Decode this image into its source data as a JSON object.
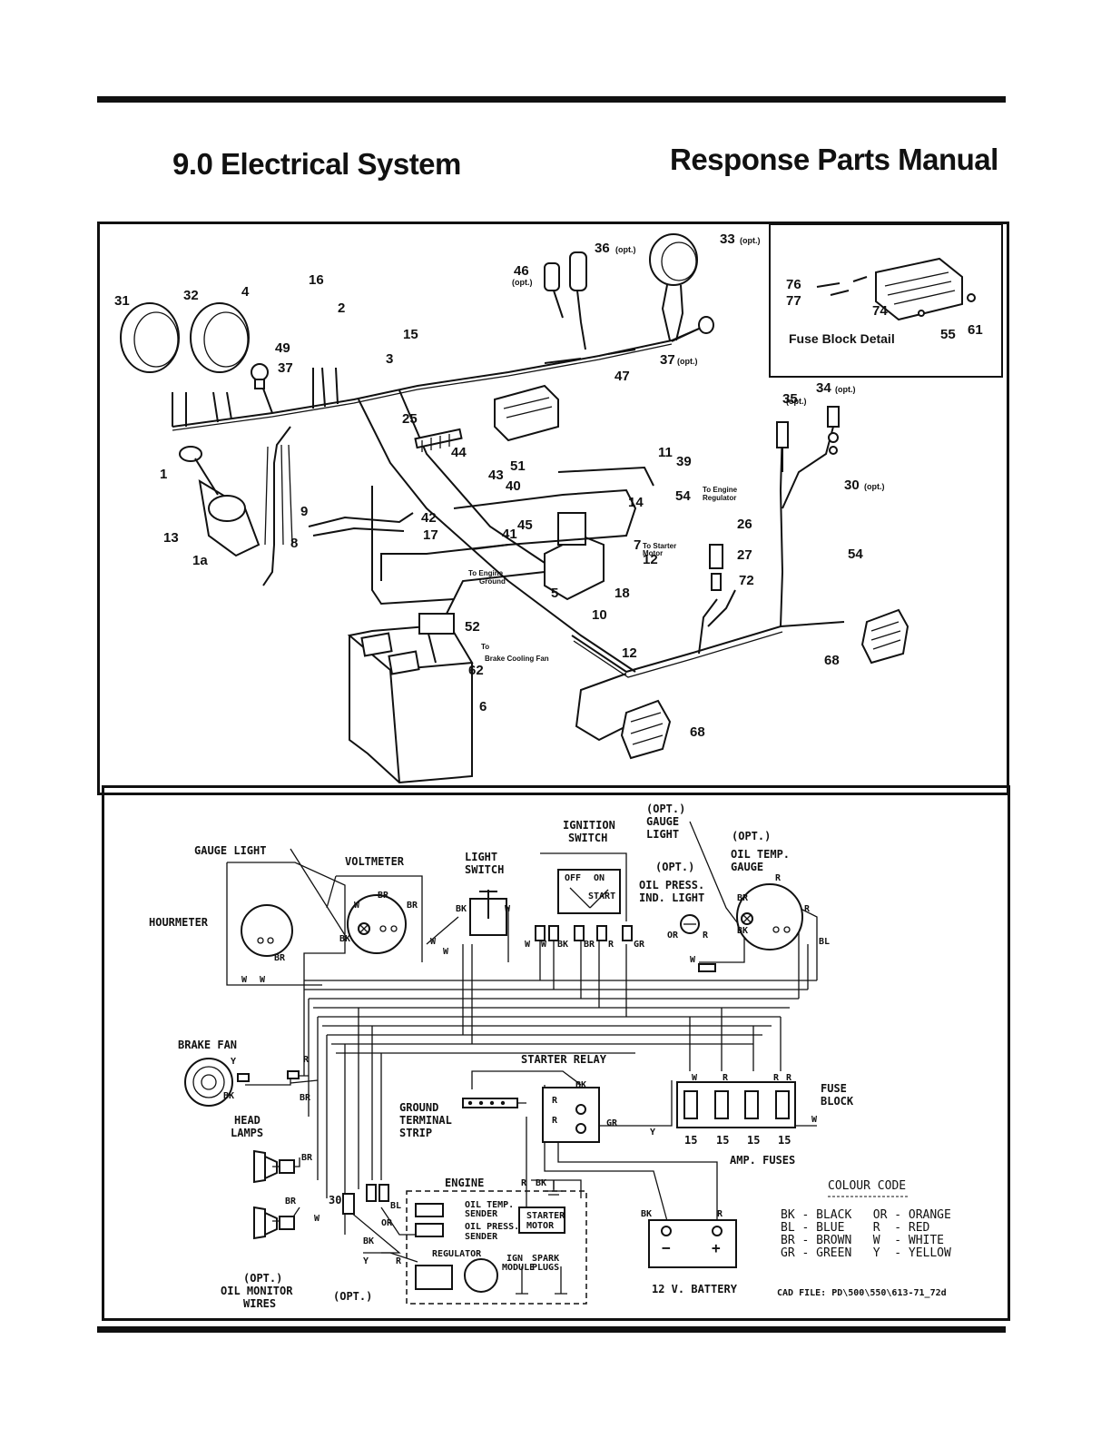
{
  "header": {
    "section_title": "9.0 Electrical System",
    "manual_title": "Response Parts Manual"
  },
  "exploded_view": {
    "callouts": {
      "c31": "31",
      "c32": "32",
      "c4": "4",
      "c16": "16",
      "c2": "2",
      "c49": "49",
      "c37a": "37",
      "c15": "15",
      "c3": "3",
      "c46": "46",
      "c36": "36",
      "c33": "33",
      "c37b": "37",
      "c47": "47",
      "c25": "25",
      "c44": "44",
      "c1": "1",
      "c13": "13",
      "c1a": "1a",
      "c9": "9",
      "c8": "8",
      "c42": "42",
      "c17": "17",
      "c51": "51",
      "c43": "43",
      "c40": "40",
      "c45": "45",
      "c41": "41",
      "c11": "11",
      "c39": "39",
      "c14": "14",
      "c54a": "54",
      "c7": "7",
      "c12a": "12",
      "c5": "5",
      "c18": "18",
      "c10": "10",
      "c52": "52",
      "c62": "62",
      "c6": "6",
      "c12b": "12",
      "c68a": "68",
      "c68b": "68",
      "c26": "26",
      "c27": "27",
      "c72": "72",
      "c35": "35",
      "c34": "34",
      "c30": "30",
      "c54b": "54"
    },
    "opt_marks": {
      "o46": "(opt.)",
      "o36": "(opt.)",
      "o33": "(opt.)",
      "o37": "(opt.)",
      "o35": "(opt.)",
      "o34": "(opt.)",
      "o30": "(opt.)"
    },
    "notes": {
      "to_engine_regulator_1": "To Engine",
      "to_engine_regulator_2": "Regulator",
      "to_starter_motor_1": "To Starter",
      "to_starter_motor_2": "Motor",
      "to_engine_ground_1": "To Engine",
      "to_engine_ground_2": "Ground",
      "to_brake_fan_1": "To",
      "to_brake_fan_2": "Brake Cooling Fan"
    },
    "fuse_block_detail": {
      "caption": "Fuse Block Detail",
      "c76": "76",
      "c77": "77",
      "c74": "74",
      "c55": "55",
      "c61": "61"
    }
  },
  "schematic": {
    "labels": {
      "gauge_light": "GAUGE LIGHT",
      "voltmeter": "VOLTMETER",
      "light_switch_1": "LIGHT",
      "light_switch_2": "SWITCH",
      "ignition_switch_1": "IGNITION",
      "ignition_switch_2": "SWITCH",
      "opt_gauge_light_1": "(OPT.)",
      "opt_gauge_light_2": "GAUGE",
      "opt_gauge_light_3": "LIGHT",
      "opt_oil_temp_1": "(OPT.)",
      "opt_oil_temp_2": "OIL TEMP.",
      "opt_oil_temp_3": "GAUGE",
      "opt_oil_press_1": "(OPT.)",
      "opt_oil_press_2": "OIL PRESS.",
      "opt_oil_press_3": "IND. LIGHT",
      "hourmeter": "HOURMETER",
      "brake_fan": "BRAKE FAN",
      "head_lamps_1": "HEAD",
      "head_lamps_2": "LAMPS",
      "starter_relay": "STARTER RELAY",
      "ground_strip_1": "GROUND",
      "ground_strip_2": "TERMINAL",
      "ground_strip_3": "STRIP",
      "fuse_block_1": "FUSE",
      "fuse_block_2": "BLOCK",
      "amp_fuses": "AMP. FUSES",
      "engine": "ENGINE",
      "oil_temp_sender_1": "OIL TEMP.",
      "oil_temp_sender_2": "SENDER",
      "oil_press_sender_1": "OIL PRESS.",
      "oil_press_sender_2": "SENDER",
      "starter_motor_1": "STARTER",
      "starter_motor_2": "MOTOR",
      "regulator": "REGULATOR",
      "ign_module_1": "IGN",
      "ign_module_2": "MODULE",
      "spark_plugs_1": "SPARK",
      "spark_plugs_2": "PLUGS",
      "opt_oil_monitor_1": "(OPT.)",
      "opt_oil_monitor_2": "OIL MONITOR",
      "opt_oil_monitor_3": "WIRES",
      "opt_single": "(OPT.)",
      "battery": "12 V. BATTERY",
      "cad_file": "CAD FILE: PD\\500\\550\\613-71_72d",
      "off": "OFF",
      "on": "ON",
      "start": "START",
      "num30": "30",
      "minus": "−",
      "plus": "+"
    },
    "fuse_ratings": [
      "15",
      "15",
      "15",
      "15"
    ],
    "wire_codes": {
      "br1": "BR",
      "br2": "BR",
      "bk1": "BK",
      "w1": "W",
      "w2": "W",
      "w3": "W",
      "br3": "BR",
      "bk2": "BK",
      "w4": "W",
      "w5": "W",
      "w6": "W",
      "w7": "W",
      "w8": "W",
      "bk3": "BK",
      "br4": "BR",
      "r1": "R",
      "gr1": "GR",
      "or1": "OR",
      "r2": "R",
      "w9": "W",
      "r3": "R",
      "br5": "BR",
      "bk4": "BK",
      "r4": "R",
      "bl1": "BL",
      "y1": "Y",
      "bk5": "BK",
      "r5": "R",
      "br6": "BR",
      "bk6": "BK",
      "r6": "R",
      "r7": "R",
      "gr2": "GR",
      "y2": "Y",
      "w10": "W",
      "r8": "R",
      "r9": "R",
      "w11": "W",
      "br7": "BR",
      "br8": "BR",
      "w12": "W",
      "bl2": "BL",
      "or2": "OR",
      "bk7": "BK",
      "y3": "Y",
      "r10": "R",
      "r11": "R",
      "bk8": "BK",
      "bk9": "BK",
      "r12": "R",
      "r13": "R"
    },
    "colour_code": {
      "title": "COLOUR CODE",
      "rows": [
        "BK - BLACK   OR - ORANGE",
        "BL - BLUE    R  - RED",
        "BR - BROWN   W  - WHITE",
        "GR - GREEN   Y  - YELLOW"
      ]
    }
  }
}
